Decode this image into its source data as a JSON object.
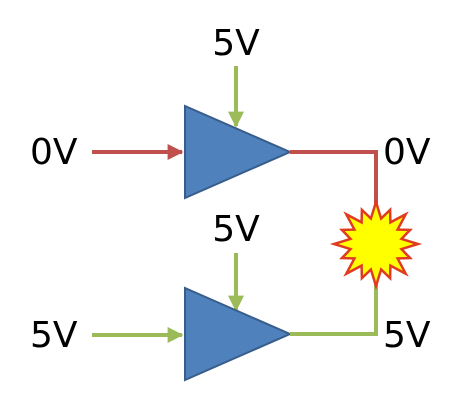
{
  "labels": {
    "top_supply": "5V",
    "top_input": "0V",
    "top_output": "0V",
    "bottom_supply": "5V",
    "bottom_input": "5V",
    "bottom_output": "5V"
  },
  "colors": {
    "buffer_fill": "#4f81bd",
    "buffer_stroke": "#385d8a",
    "low_wire": "#c0504d",
    "high_wire": "#9bbb59",
    "burst_fill": "#ffff00",
    "burst_stroke": "#e03b1f"
  },
  "icons": {
    "short_circuit": "explosion-burst-icon",
    "buffer": "buffer-triangle-icon"
  }
}
